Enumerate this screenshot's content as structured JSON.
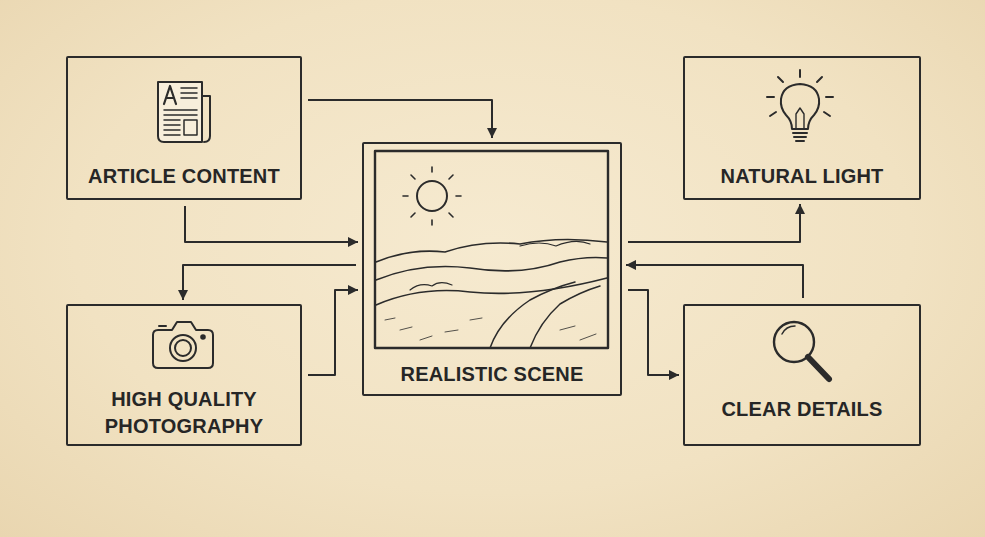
{
  "diagram": {
    "nodes": [
      {
        "text": [
          "ARTICLE CONTENT"
        ]
      },
      {
        "text": [
          "NATURAL LIGHT"
        ]
      },
      {
        "text": [
          "REALISTIC SCENE"
        ]
      },
      {
        "text": [
          "HIGH QUALITY PHOTOGRAPHY"
        ]
      },
      {
        "text": [
          "CLEAR DETAILS"
        ]
      }
    ],
    "edges": [
      {
        "from": 0,
        "to": 2,
        "arrow": "to"
      },
      {
        "from": 0,
        "to": 2,
        "arrow": "to"
      },
      {
        "from": 2,
        "to": 3,
        "arrow": "to"
      },
      {
        "from": 3,
        "to": 2,
        "arrow": "to"
      },
      {
        "from": 2,
        "to": 1,
        "arrow": "to"
      },
      {
        "from": 4,
        "to": 2,
        "arrow": "to"
      },
      {
        "from": 2,
        "to": 4,
        "arrow": "to"
      }
    ]
  }
}
